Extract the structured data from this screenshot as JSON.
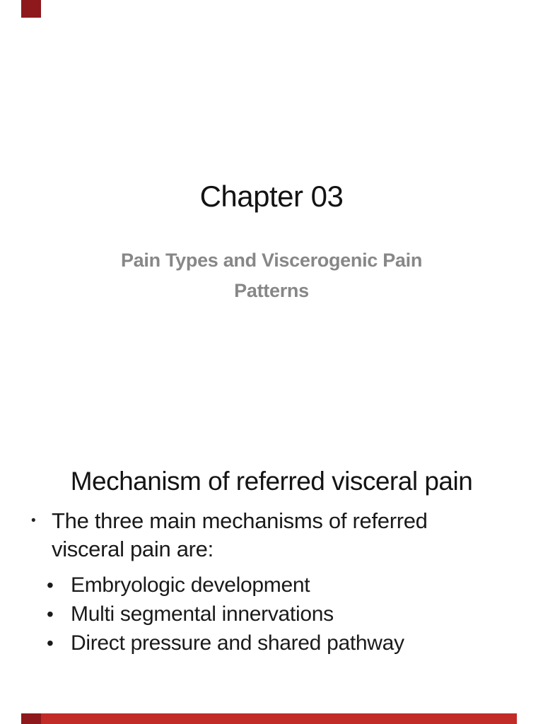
{
  "slide": {
    "chapter_title": "Chapter 03",
    "subtitle": {
      "line1": "Pain Types and Viscerogenic Pain",
      "line2": "Patterns"
    },
    "section_heading": "Mechanism of referred visceral pain",
    "main_bullet": {
      "marker": "•",
      "line1": "The three main mechanisms of referred",
      "line2": "visceral pain are:"
    },
    "sub_bullets": [
      {
        "marker": "•",
        "text": "Embryologic development"
      },
      {
        "marker": "•",
        "text": "Multi segmental innervations"
      },
      {
        "marker": "•",
        "text": "Direct pressure and shared pathway"
      }
    ]
  },
  "colors": {
    "page_background": "#ffffff",
    "title_text": "#131313",
    "subtitle_gray": "#878787",
    "body_text": "#1a1a1a",
    "adjacent_fragment_dark_red": "#8d191c",
    "adjacent_fragment_red": "#c12b28"
  }
}
